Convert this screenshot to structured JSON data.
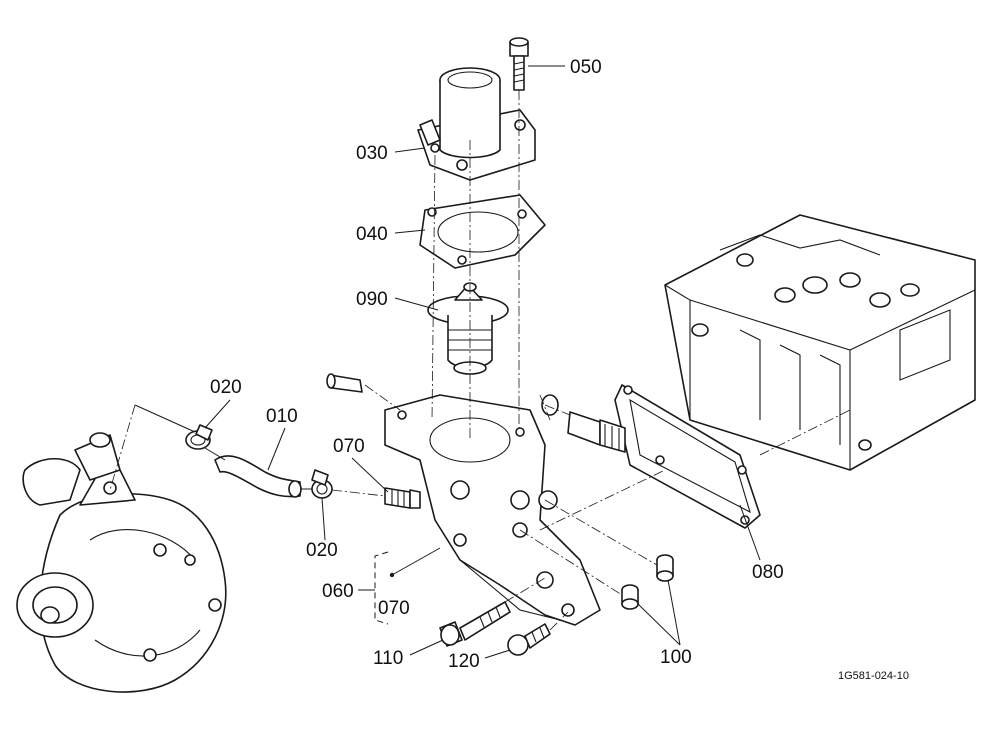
{
  "parts": [
    {
      "id": "p010",
      "label": "010"
    },
    {
      "id": "p020a",
      "label": "020"
    },
    {
      "id": "p020b",
      "label": "020"
    },
    {
      "id": "p030",
      "label": "030"
    },
    {
      "id": "p040",
      "label": "040"
    },
    {
      "id": "p050",
      "label": "050"
    },
    {
      "id": "p060",
      "label": "060"
    },
    {
      "id": "p070a",
      "label": "070"
    },
    {
      "id": "p070b",
      "label": "070"
    },
    {
      "id": "p080",
      "label": "080"
    },
    {
      "id": "p090",
      "label": "090"
    },
    {
      "id": "p100",
      "label": "100"
    },
    {
      "id": "p110",
      "label": "110"
    },
    {
      "id": "p120",
      "label": "120"
    }
  ],
  "drawing_code": "1G581-024-10"
}
